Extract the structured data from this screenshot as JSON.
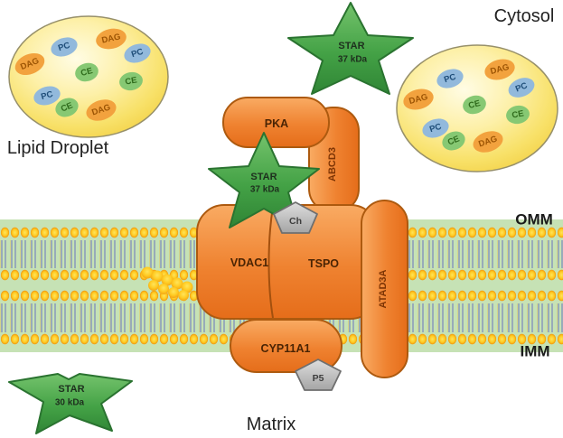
{
  "scene": {
    "cytosol_label": "Cytosol",
    "lipid_droplet_label": "Lipid Droplet",
    "omm_label": "OMM",
    "imm_label": "IMM",
    "matrix_label": "Matrix"
  },
  "proteins": {
    "pka": "PKA",
    "abcd3": "ABCD3",
    "vdac1": "VDAC1",
    "tspo": "TSPO",
    "atad3a": "ATAD3A",
    "cyp11a1": "CYP11A1"
  },
  "ligands": {
    "cholesterol": "Ch",
    "pregnenolone": "P5"
  },
  "stars": {
    "cytosol_37": {
      "name": "STAR",
      "mass": "37 kDa"
    },
    "omm_37": {
      "name": "STAR",
      "mass": "37 kDa"
    },
    "matrix_30": {
      "name": "STAR",
      "mass": "30 kDa"
    }
  },
  "droplets": {
    "left": {
      "lipids": [
        {
          "label": "DAG"
        },
        {
          "label": "PC"
        },
        {
          "label": "DAG"
        },
        {
          "label": "PC"
        },
        {
          "label": "CE"
        },
        {
          "label": "CE"
        },
        {
          "label": "PC"
        },
        {
          "label": "CE"
        },
        {
          "label": "DAG"
        }
      ]
    },
    "right": {
      "lipids": [
        {
          "label": "PC"
        },
        {
          "label": "DAG"
        },
        {
          "label": "PC"
        },
        {
          "label": "DAG"
        },
        {
          "label": "CE"
        },
        {
          "label": "CE"
        },
        {
          "label": "PC"
        },
        {
          "label": "CE"
        },
        {
          "label": "DAG"
        }
      ]
    }
  },
  "colors": {
    "protein_orange": "#ef8230",
    "protein_border": "#ad5a0f",
    "star_green": "#3f9c42",
    "star_border": "#2a7330",
    "membrane_green": "#c6e2b5",
    "lipid_head_yellow": "#ffc91f",
    "droplet_yellow": "#f8e169",
    "pentagon_gray": "#bfbfbf",
    "dag_orange": "#f2a23e",
    "pc_blue": "#92b9dc",
    "ce_green": "#86c873"
  }
}
